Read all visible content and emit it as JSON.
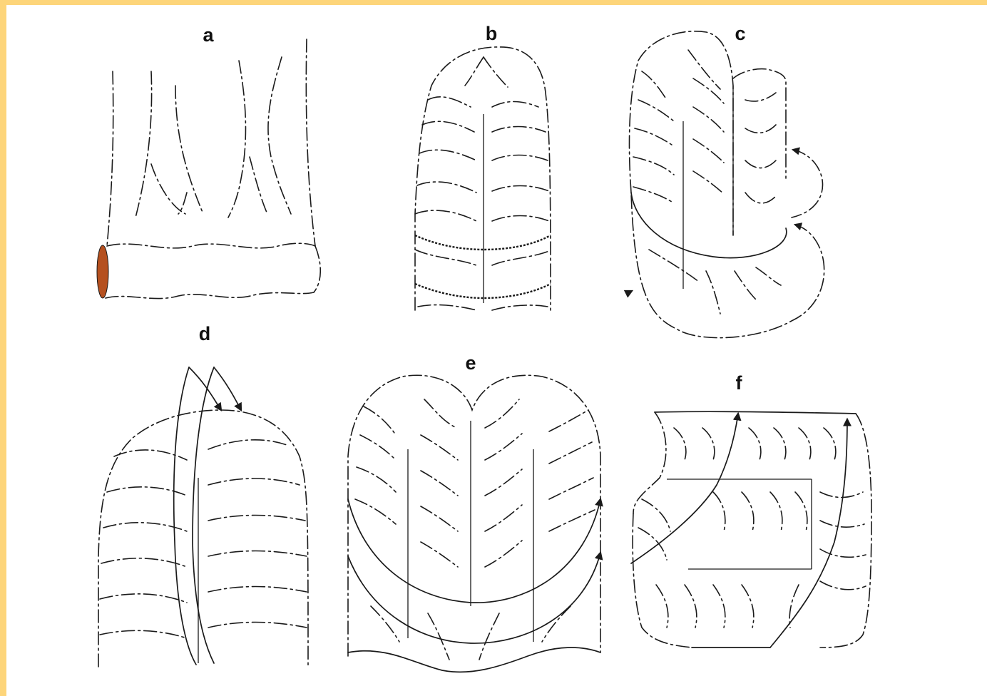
{
  "colors": {
    "frame": "#fdd57a",
    "line": "#1a1a1a",
    "stump_marker": "#b5501f"
  },
  "panels": {
    "a": {
      "label": "a"
    },
    "b": {
      "label": "b"
    },
    "c": {
      "label": "c"
    },
    "d": {
      "label": "d"
    },
    "e": {
      "label": "e"
    },
    "f": {
      "label": "f"
    }
  }
}
